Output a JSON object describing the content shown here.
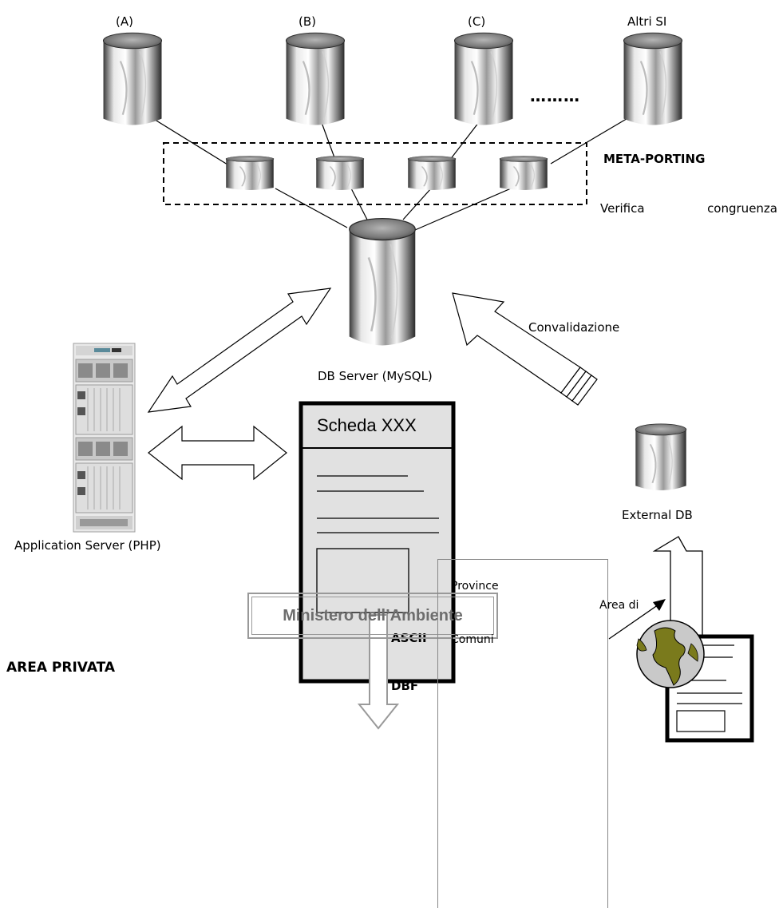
{
  "labels": {
    "a": "(A)",
    "b": "(B)",
    "c": "(C)",
    "others": "Altri SI",
    "dots": "………",
    "meta_porting": "META-PORTING",
    "verifica": "Verifica",
    "congruenza": "congruenza",
    "convalidazione": "Convalidazione",
    "db_server": "DB Server (MySQL)",
    "card_title": "Scheda XXX",
    "external_db": "External DB",
    "app_server": "Application Server (PHP)",
    "area_di": "Area di",
    "ascii": "ASCII",
    "dbf": "DBF",
    "area_privata": "AREA PRIVATA",
    "ministero": "Ministero dell’Ambiente",
    "list_items": [
      "Province",
      "Comuni"
    ]
  },
  "colors": {
    "card_fill": "#e1e1e1",
    "ministero_text": "#6d6d6d",
    "globe_ocean": "#c9c9c9",
    "globe_land": "#7a7a1c"
  }
}
